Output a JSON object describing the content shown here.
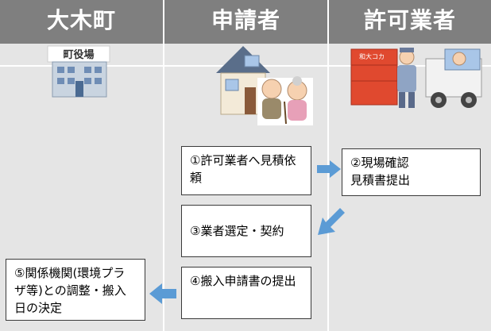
{
  "columns": [
    {
      "title": "大木町"
    },
    {
      "title": "申請者"
    },
    {
      "title": "許可業者"
    }
  ],
  "illustrations": {
    "town_hall_sign": "町役場",
    "truck_sign": "和大コカ"
  },
  "steps": [
    {
      "label": "①許可業者へ見積依頼"
    },
    {
      "label": "②現場確認\n見積書提出"
    },
    {
      "label": "③業者選定・契約"
    },
    {
      "label": "④搬入申請書の提出"
    },
    {
      "label": "⑤関係機関(環境プラザ等)との調整・搬入日の決定"
    }
  ],
  "colors": {
    "header": "#7f7f7f",
    "column_bg": "#e5e5e5",
    "arrow": "#5b9bd5"
  }
}
